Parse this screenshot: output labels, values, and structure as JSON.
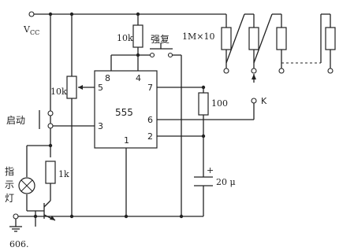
{
  "supply": {
    "label_v": "V",
    "label_cc": "CC"
  },
  "ic": {
    "name": "555",
    "pins": {
      "p8": "8",
      "p4": "4",
      "p5": "5",
      "p7": "7",
      "p3": "3",
      "p6": "6",
      "p2": "2",
      "p1": "1"
    }
  },
  "labels": {
    "r_10k_top": "10k",
    "reset_button": "强复",
    "r_array": "1M×10",
    "pot_10k": "10k",
    "r_100": "100",
    "switch_k": "K",
    "start_button": "启动",
    "r_1k": "1k",
    "lamp_line1": "指",
    "lamp_line2": "示",
    "lamp_line3": "灯",
    "cap": "20 μ",
    "footer": "606."
  }
}
